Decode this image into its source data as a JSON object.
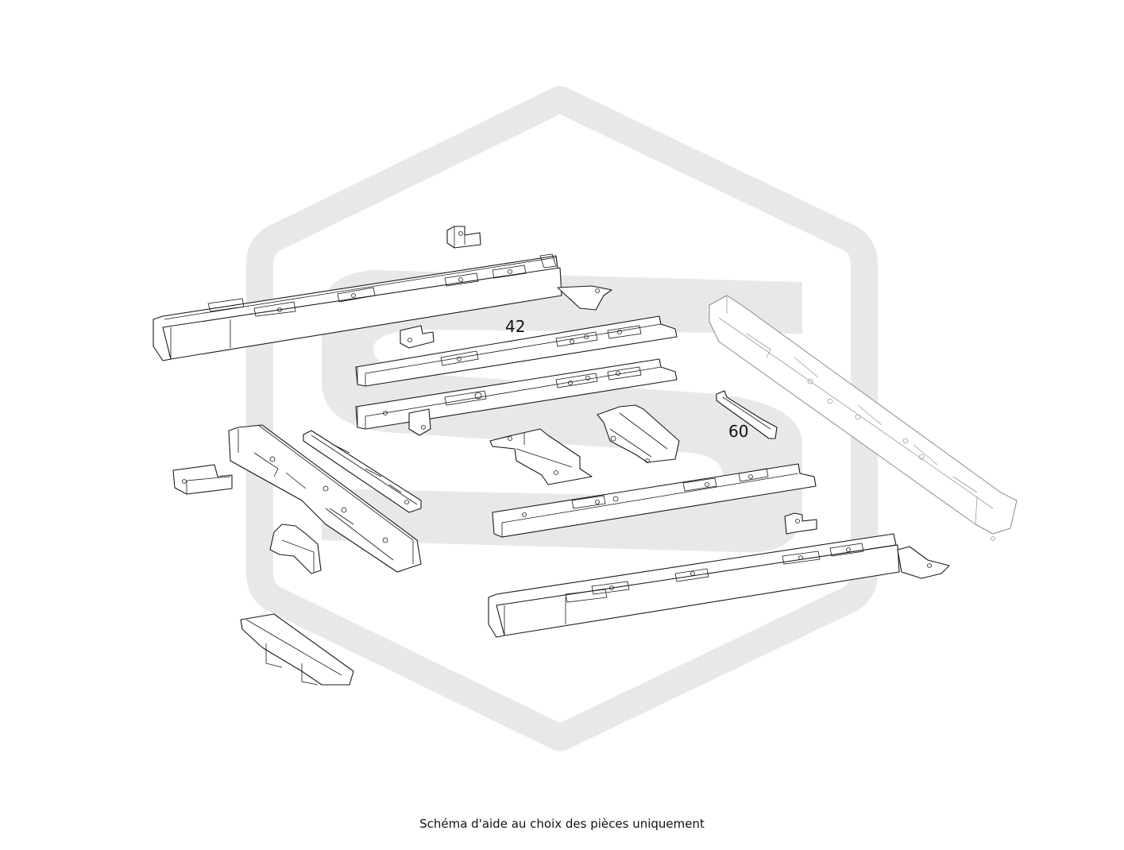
{
  "labels": [
    {
      "id": "part-42",
      "text": "42"
    },
    {
      "id": "part-60",
      "text": "60"
    }
  ],
  "caption": "Schéma d'aide au choix des pièces uniquement",
  "colors": {
    "watermark": "#e8e8e8",
    "line": "#1a1a1a",
    "background": "#ffffff"
  },
  "icons": [
    "logo-watermark-icon"
  ]
}
